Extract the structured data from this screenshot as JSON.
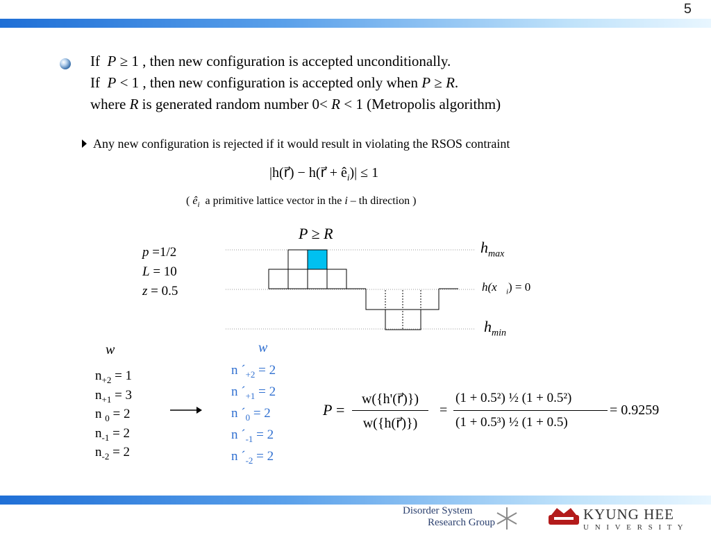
{
  "page_number": "5",
  "bullet1": {
    "line1": {
      "if": "If",
      "P": "P",
      "op": "≥",
      "val": "1",
      "rest": ", then new configuration is accepted unconditionally."
    },
    "line2": {
      "if": "If",
      "P": "P",
      "op": "<",
      "val": "1",
      "rest": ", then new configuration is accepted only when",
      "P2": "P",
      "op2": "≥",
      "R": "R",
      "dot": "."
    },
    "line3": {
      "where": "where",
      "R": "R",
      "rest": "is generated random number 0<",
      "R2": "R",
      "rest2": "< 1 (Metropolis algorithm)"
    }
  },
  "sub_bullet": "Any new configuration is rejected if it would result in violating the RSOS contraint",
  "constraint": {
    "lhs": "|h(r⃗) − h(r⃗ + ê",
    "sub": "i",
    "rhs": ")| ≤  1"
  },
  "note": {
    "open": "(",
    "e": "ê",
    "sub": "i",
    "text": "a primitive lattice vector in the",
    "i": "i",
    "rest": "– th direction )"
  },
  "params": {
    "p_label": "p",
    "p_val": "=1/2",
    "L_label": "L",
    "L_val": "= 10",
    "z_label": "z",
    "z_val": "= 0.5"
  },
  "diagram": {
    "title": "P ≥ R",
    "hmax": "h",
    "hmax_sub": "max",
    "h0": "h(x⃗",
    "h0_sub": "i",
    "h0_rest": ") = 0",
    "hmin": "h",
    "hmin_sub": "min",
    "highlight_color": "#00c0f0"
  },
  "w_left": {
    "label": "w",
    "rows": [
      {
        "n": "n",
        "sub": "+2",
        "val": "= 1"
      },
      {
        "n": "n",
        "sub": "+1",
        "val": "= 3"
      },
      {
        "n": "n ",
        "sub": "0",
        "val": "= 2"
      },
      {
        "n": "n",
        "sub": "-1",
        "val": "= 2"
      },
      {
        "n": "n",
        "sub": "-2",
        "val": "= 2"
      }
    ]
  },
  "w_right": {
    "label": "w",
    "rows": [
      {
        "n": "n ´",
        "sub": "+2",
        "val": "= 2"
      },
      {
        "n": "n ´",
        "sub": "+1",
        "val": "= 2"
      },
      {
        "n": "n ´",
        "sub": "0",
        "val": "= 2"
      },
      {
        "n": "n ´",
        "sub": "-1",
        "val": "= 2"
      },
      {
        "n": "n ´",
        "sub": "-2",
        "val": "= 2"
      }
    ]
  },
  "probability": {
    "P": "P =",
    "num": "w({h'(r⃗)})",
    "den": "w({h(r⃗)})",
    "eq": "=",
    "rnum": "(1 + 0.5²) ½ (1 + 0.5²)",
    "rden": "(1 + 0.5³) ½ (1 + 0.5)",
    "half": "1",
    "two": "2",
    "result": "= 0.9259"
  },
  "footer": {
    "dsrg_line1": "Disorder System",
    "dsrg_line2": "Research Group",
    "kh_line1": "KYUNG HEE",
    "kh_line2": "U N I V E R S I T Y"
  }
}
